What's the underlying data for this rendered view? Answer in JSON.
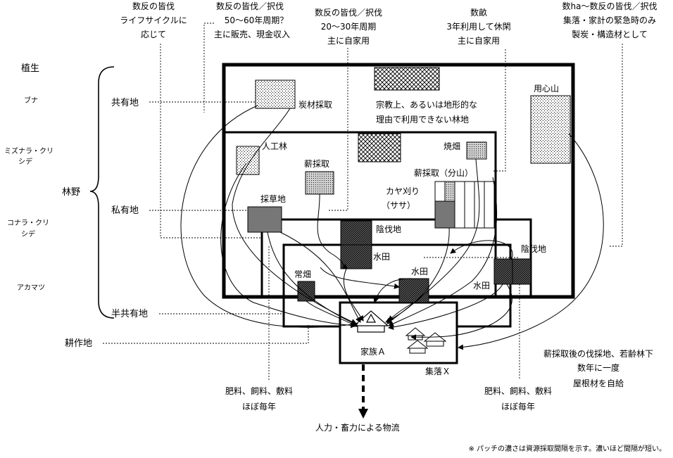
{
  "vegetation_header": "植生",
  "vegetation": [
    "ブナ",
    "ミズナラ・クリ",
    "シデ",
    "コナラ・クリ",
    "シデ",
    "アカマツ"
  ],
  "land_use": {
    "forest": "林野",
    "common": "共有地",
    "private": "私有地",
    "semi_common": "半共有地",
    "farmland": "耕作地"
  },
  "top_notes": {
    "n1": [
      "数反の皆伐",
      "ライフサイクルに",
      "応じて"
    ],
    "n2": [
      "数反の皆伐／択伐",
      "50〜60年周期？",
      "主に販売、現金収入"
    ],
    "n3": [
      "数反の皆伐／択伐",
      "20〜30年周期",
      "主に自家用"
    ],
    "n4": [
      "数畝",
      "3年利用して休閑",
      "主に自家用"
    ],
    "n5": [
      "数ha〜数反の皆伐／択伐",
      "集落・家計の緊急時のみ",
      "製炭・構造材として"
    ]
  },
  "patches": {
    "charcoal": "炭材採取",
    "religious": [
      "宗教上、あるいは地形的な",
      "理由で利用できない林地"
    ],
    "reserve": "用心山",
    "plantation": "人工林",
    "firewood": "薪採取",
    "slash_burn": "焼畑",
    "firewood_split": "薪採取（分山）",
    "kaya": [
      "カヤ刈り",
      "（ササ）"
    ],
    "grass": "採草地",
    "shade1": "陰伐地",
    "paddy1": "水田",
    "paddy2": "水田",
    "paddy3": "水田",
    "upland": "常畑",
    "shade2": "陰伐地"
  },
  "settlement": {
    "family": "家族Ａ",
    "village": "集落Ｘ"
  },
  "bottom_notes": {
    "left": [
      "肥料、飼料、敷料",
      "ほぼ毎年"
    ],
    "mid": [
      "肥料、飼料、敷料",
      "ほぼ毎年"
    ],
    "right": [
      "薪採取後の伐採地、若齢林下",
      "数年に一度",
      "屋根材を自給"
    ]
  },
  "transport": "人力・畜力による物流",
  "footnote": "※ パッチの濃さは資源採取間隔を示す。濃いほど間隔が短い。"
}
